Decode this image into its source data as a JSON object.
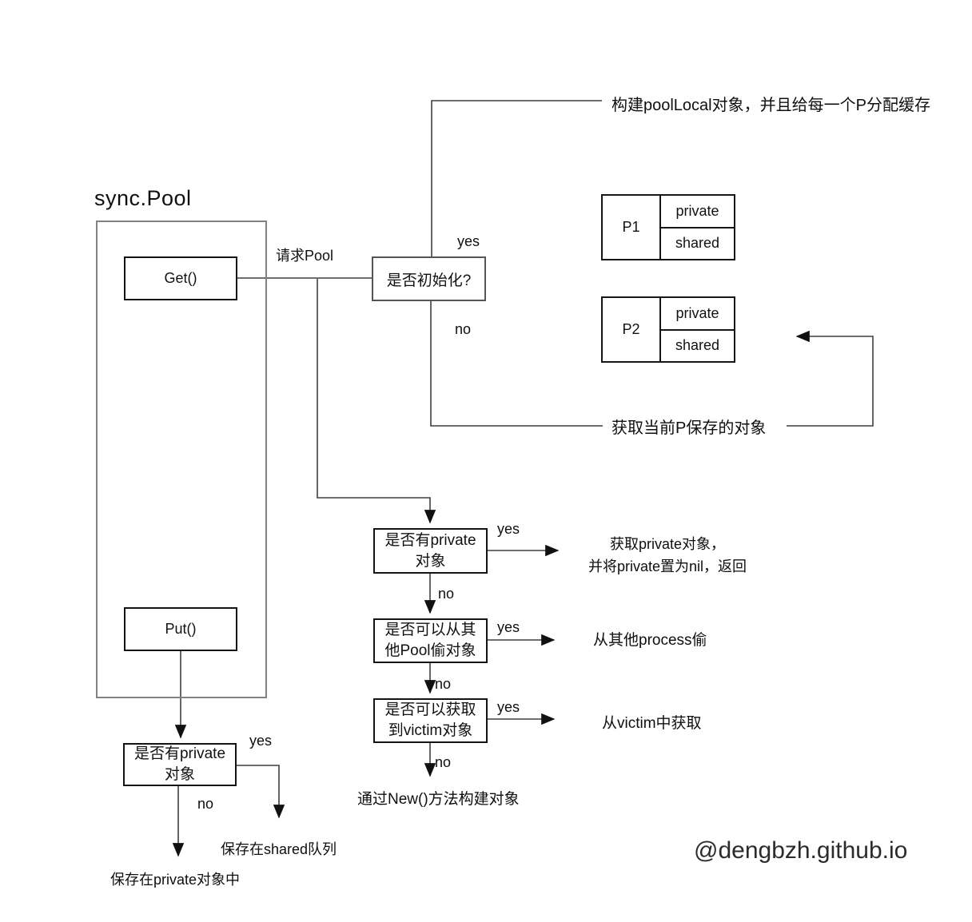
{
  "diagram": {
    "title": "sync.Pool",
    "watermark": "@dengbzh.github.io",
    "nodes": {
      "get": "Get()",
      "put": "Put()",
      "init_check": "是否初始化?",
      "get_private_check": {
        "line1": "是否有private",
        "line2": "对象"
      },
      "steal_check": {
        "line1": "是否可以从其",
        "line2": "他Pool偷对象"
      },
      "victim_check": {
        "line1": "是否可以获取",
        "line2": "到victim对象"
      },
      "put_private_check": {
        "line1": "是否有private",
        "line2": "对象"
      }
    },
    "edge_labels": {
      "request_pool": "请求Pool",
      "init_yes": "yes",
      "init_no": "no",
      "get_private_yes": "yes",
      "get_private_no": "no",
      "steal_yes": "yes",
      "steal_no": "no",
      "victim_yes": "yes",
      "victim_no": "no",
      "put_yes": "yes",
      "put_no": "no"
    },
    "annotations": {
      "build_poollocal": "构建poolLocal对象，并且给每一个P分配缓存",
      "get_current_p": "获取当前P保存的对象",
      "get_private_result": {
        "line1": "获取private对象，",
        "line2": "并将private置为nil，返回"
      },
      "steal_result": "从其他process偷",
      "victim_result": "从victim中获取",
      "new_result": "通过New()方法构建对象",
      "save_shared": "保存在shared队列",
      "save_private": "保存在private对象中"
    },
    "p_tables": [
      {
        "name": "P1",
        "cells": [
          "private",
          "shared"
        ]
      },
      {
        "name": "P2",
        "cells": [
          "private",
          "shared"
        ]
      }
    ],
    "colors": {
      "line": "#3f3f3f",
      "box_border": "#141414",
      "container_border": "#828282",
      "text": "#111111",
      "background": "#ffffff"
    }
  }
}
